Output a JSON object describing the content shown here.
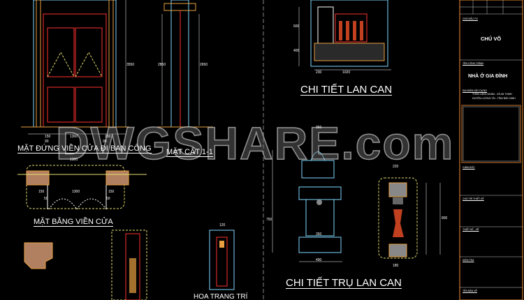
{
  "drawing": {
    "labels": {
      "door_elevation": "MẶT ĐỨNG VIỀN CỬA ĐI BAN CÔNG",
      "section": "MẶT CẮT 1-1",
      "door_plan": "MẶT BẰNG VIỀN CỬA",
      "ornament": "HOA TRANG TRÍ",
      "railing": "CHI TIẾT LAN CAN",
      "railing_post": "CHI TIẾT TRỤ LAN CAN"
    },
    "dimensions": {
      "door_w1": "150",
      "door_w2": "1300",
      "door_w3": "150",
      "door_w4": "90",
      "door_w5": "90",
      "door_h": "3550",
      "section_h1": "2850",
      "section_h2": "2650",
      "plan_w": "1300",
      "plan_inner": "1300",
      "plan_a": "150",
      "plan_b": "150",
      "plan_c": "50",
      "plan_d": "50",
      "railing_a": "230",
      "railing_b": "1020",
      "railing_c": "600",
      "railing_d": "400",
      "post_top": "350",
      "post_base": "490",
      "post_h": "750",
      "post_inner": "350",
      "post2_top": "220",
      "post2_base": "180",
      "post2_h": "800",
      "orn_w": "120"
    },
    "colors": {
      "background": "#000000",
      "red": "#ff2a2a",
      "orange": "#e8a040",
      "cyan": "#7fd8ff",
      "yellow": "#e8e070",
      "white": "#ffffff"
    }
  },
  "watermark": "DWGSHARE.com",
  "title_block": {
    "owner_label": "CHỦ ĐẦU TƯ",
    "owner": "CHÚ VÕ",
    "project_label": "TÊN CÔNG TRÌNH",
    "project": "NHÀ Ở GIA ĐÌNH",
    "location_label": "ĐỊA ĐIỂM XÂY DỰNG",
    "location_line1": "THÔN LÃNG NGÂM - XÃ AN THỊNH",
    "location_line2": "HUYỆN LƯƠNG TÀI - TỈNH BẮC NINH",
    "director_label": "GIÁM ĐỐC",
    "chief_label": "CHỦ TRÌ THIẾT KẾ",
    "designer_label": "THIẾT KẾ - VẼ",
    "checker_label": "KIỂM TRA",
    "sheet_label": "TÊN BẢN VẼ"
  }
}
